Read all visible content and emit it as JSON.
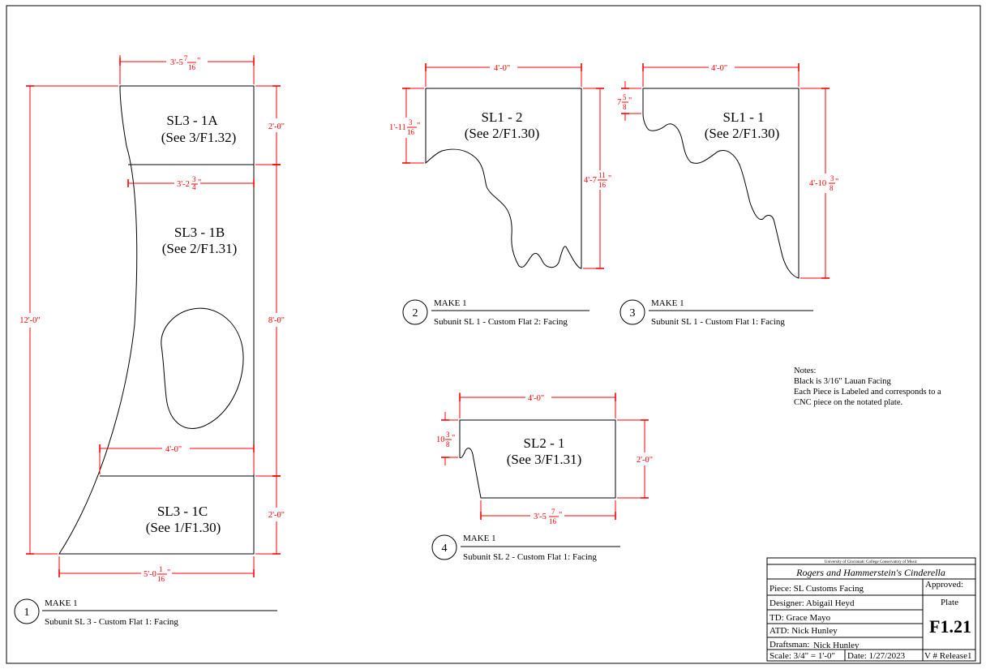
{
  "colors": {
    "ink": "#000000",
    "dimension": "#ff0000",
    "paper": "#ffffff"
  },
  "details": [
    {
      "number": "1",
      "make": "MAKE 1",
      "title": "Subunit SL 3 - Custom Flat 1: Facing",
      "pieces": [
        {
          "name": "SL3 - 1A",
          "ref": "(See 3/F1.32)"
        },
        {
          "name": "SL3 - 1B",
          "ref": "(See 2/F1.31)"
        },
        {
          "name": "SL3 - 1C",
          "ref": "(See 1/F1.30)"
        }
      ],
      "dims": {
        "top_width": "3'-5",
        "top_width_frac": [
          "7",
          "16"
        ],
        "mid_width": "3'-2",
        "mid_width_frac": [
          "3",
          "4"
        ],
        "low_width": "4'-0\"",
        "bottom_width": "5'-0",
        "bottom_width_frac": [
          "1",
          "16"
        ],
        "total_height": "12'-0\"",
        "seg_a": "2'-0\"",
        "seg_b": "8'-0\"",
        "seg_c": "2'-0\""
      }
    },
    {
      "number": "2",
      "make": "MAKE 1",
      "title": "Subunit SL 1 - Custom Flat 2: Facing",
      "pieces": [
        {
          "name": "SL1 - 2",
          "ref": "(See 2/F1.30)"
        }
      ],
      "dims": {
        "width": "4'-0\"",
        "left_height": "1'-11",
        "left_height_frac": [
          "3",
          "16"
        ],
        "right_height": "4'-7",
        "right_height_frac": [
          "11",
          "16"
        ]
      }
    },
    {
      "number": "3",
      "make": "MAKE 1",
      "title": "Subunit SL 1 - Custom Flat 1: Facing",
      "pieces": [
        {
          "name": "SL1 - 1",
          "ref": "(See 2/F1.30)"
        }
      ],
      "dims": {
        "width": "4'-0\"",
        "left_height": "7",
        "left_height_frac": [
          "5",
          "8"
        ],
        "right_height": "4'-10",
        "right_height_frac": [
          "3",
          "8"
        ]
      }
    },
    {
      "number": "4",
      "make": "MAKE 1",
      "title": "Subunit SL 2 - Custom Flat 1: Facing",
      "pieces": [
        {
          "name": "SL2 - 1",
          "ref": "(See 3/F1.31)"
        }
      ],
      "dims": {
        "width": "4'-0\"",
        "left_height": "10",
        "left_height_frac": [
          "3",
          "8"
        ],
        "right_height": "2'-0\"",
        "bottom_width": "3'-5",
        "bottom_width_frac": [
          "7",
          "16"
        ]
      }
    }
  ],
  "notes": {
    "heading": "Notes:",
    "lines": [
      "Black is 3/16\" Lauan Facing",
      "Each Piece is Labeled and corresponds to a",
      "CNC piece on the notated plate."
    ]
  },
  "title_block": {
    "school": "University of Cincinnati: College Conservatory of Music",
    "show": "Rogers and Hammerstein's Cinderella",
    "piece": "Piece: SL Customs Facing",
    "designer": "Designer: Abigail Heyd",
    "td": "TD: Grace Mayo",
    "atd": "ATD: Nick Hunley",
    "draftsman_label": "Draftsman:",
    "draftsman_name": "Nick Hunley",
    "approved": "Approved:",
    "plate_label": "Plate",
    "plate": "F1.21",
    "scale": "Scale: 3/4\" = 1'-0\"",
    "date": "Date: 1/27/2023",
    "version": "V # Release1"
  }
}
